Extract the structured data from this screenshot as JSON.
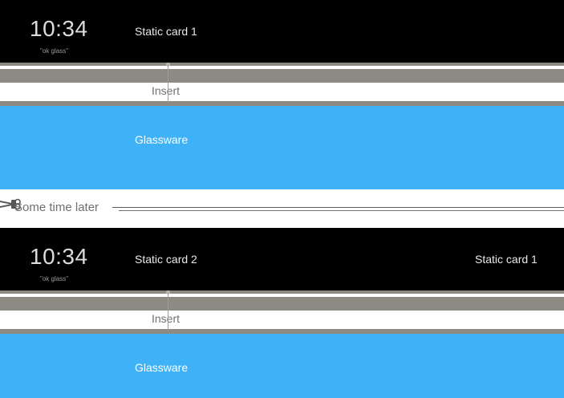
{
  "meta": {
    "accent_blue": "#3fb1f7",
    "bar_gray": "#8c8a82",
    "screen_black": "#000000",
    "text_gray": "#6f6f6f"
  },
  "sections": [
    {
      "id": "before",
      "glass_screen": {
        "clock": "10:34",
        "voice_prompt": "\"ok glass\"",
        "static_card": "Static card 1"
      },
      "insert_label": "Insert",
      "glassware_card": "Glassware"
    },
    {
      "id": "after",
      "glass_screen": {
        "clock": "10:34",
        "voice_prompt": "\"ok glass\"",
        "static_card_left": "Static card 2",
        "static_card_right": "Static card 1"
      },
      "insert_label": "Insert",
      "glassware_card": "Glassware"
    }
  ],
  "divider": {
    "label": "Some time later",
    "icon": "scissors-icon"
  }
}
